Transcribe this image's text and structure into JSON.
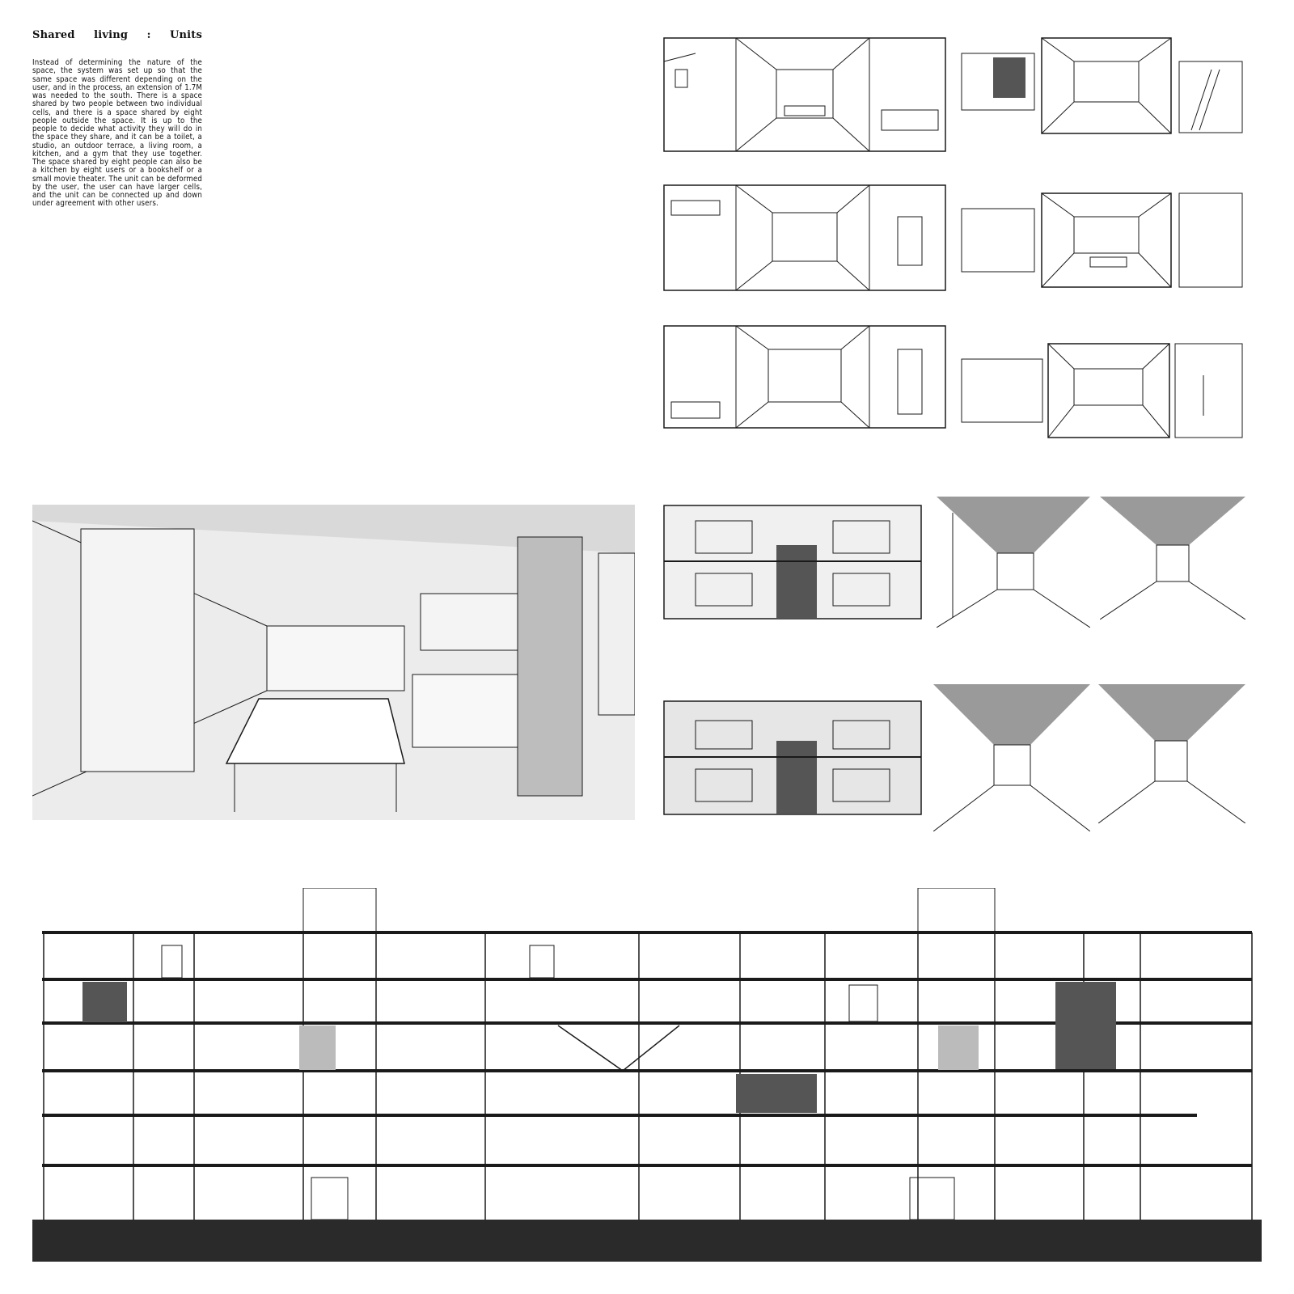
{
  "page": {
    "title_words": [
      "Shared",
      "living",
      ":",
      "Units"
    ],
    "description": "Instead of determining the nature of the space, the system was set up so that the same space was different depending on the user, and in the process, an extension of 1.7M was needed to the south. There is a space shared by two people between two individual cells, and there is a space shared by eight people outside the space. It is up to the people to decide what activity they will do in the space they share, and it can be a toilet, a studio, an outdoor terrace, a living room, a kitchen, and a gym that they use together. The space shared by eight people can also be a kitchen by eight users or a bookshelf or a small movie theater. The unit can be deformed by the user, the user can have larger cells, and the unit can be connected up and down under agreement with other users."
  },
  "sketch_style": {
    "ink": "#1a1a1a",
    "paper": "#ffffff",
    "tone": "#d9d9d9",
    "dark_tone": "#555555"
  }
}
